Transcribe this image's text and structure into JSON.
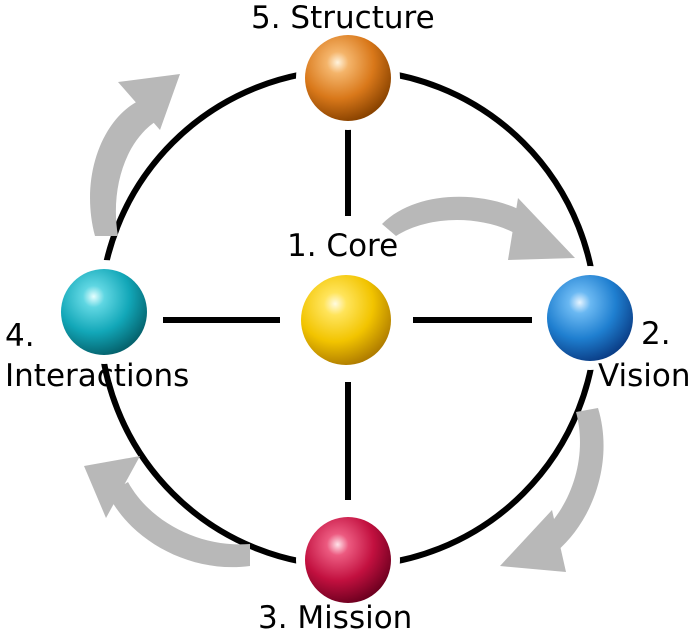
{
  "nodes": {
    "core": {
      "label": "1. Core",
      "color": "#f2c400"
    },
    "vision": {
      "label_line1": "2.",
      "label_line2": "Vision",
      "color": "#1f7fd0"
    },
    "mission": {
      "label": "3. Mission",
      "color": "#c2103f"
    },
    "interactions": {
      "label_line1": "4.",
      "label_line2": "Interactions",
      "color": "#12a7b8"
    },
    "structure": {
      "label": "5. Structure",
      "color": "#d9781a"
    }
  },
  "colors": {
    "line": "#000000",
    "arrow": "#b8b8b8"
  }
}
